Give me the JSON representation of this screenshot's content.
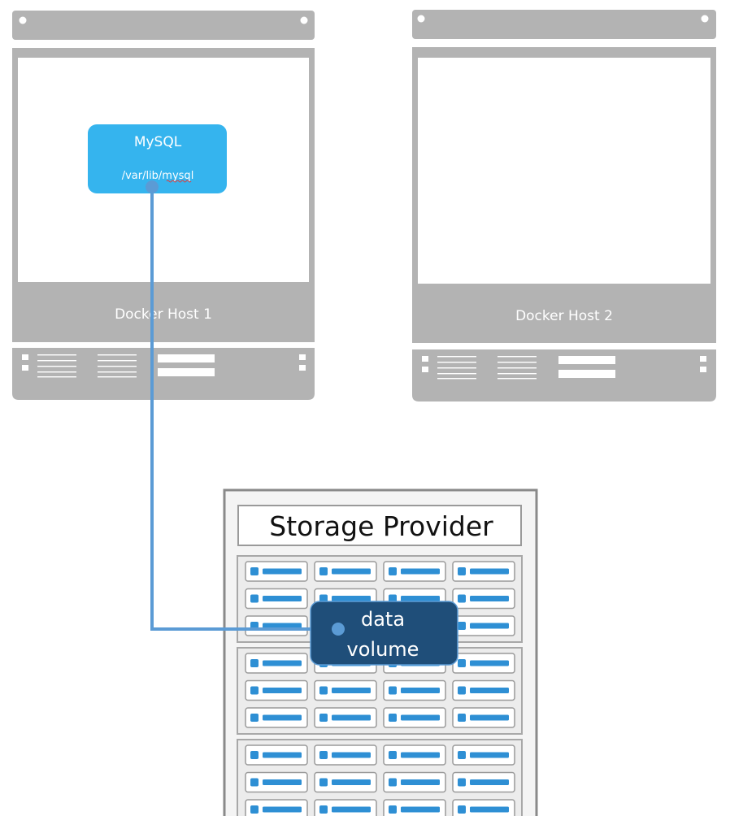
{
  "hosts": [
    {
      "label": "Docker Host 1"
    },
    {
      "label": "Docker Host 2"
    }
  ],
  "container": {
    "name": "MySQL",
    "mount_path": "/var/lib/mysql"
  },
  "storage": {
    "title": "Storage Provider"
  },
  "volume": {
    "line1": "data",
    "line2": "volume"
  },
  "colors": {
    "host_gray": "#b3b3b3",
    "container_blue": "#35b4ee",
    "link_blue": "#5b9bd5",
    "volume_navy": "#1f4e79",
    "drive_blue": "#2e8fd4"
  }
}
